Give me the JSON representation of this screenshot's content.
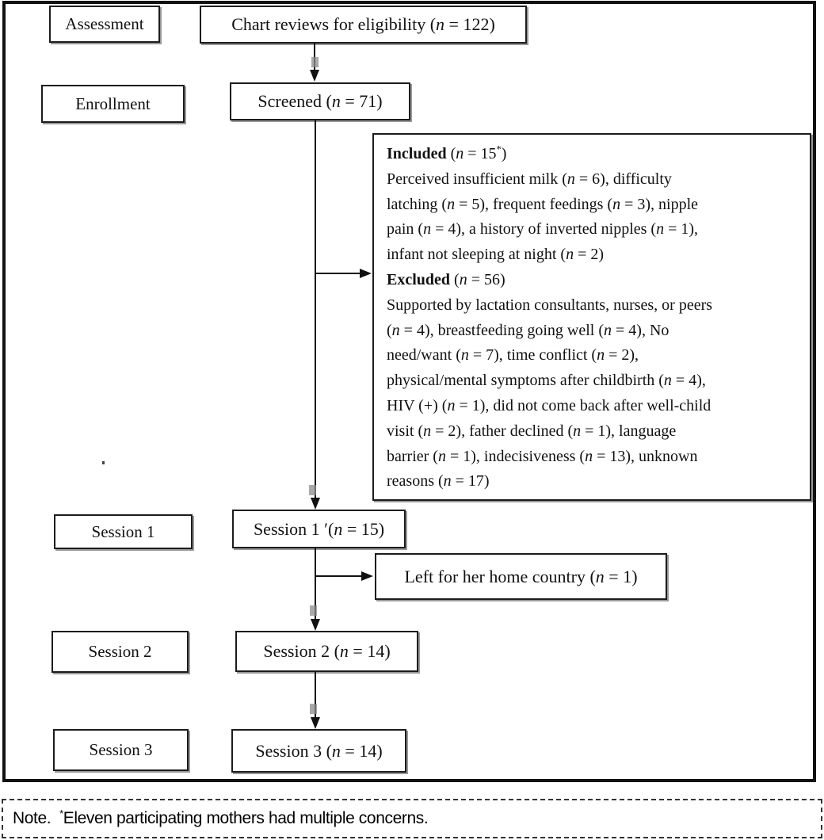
{
  "stages": {
    "assessment": "Assessment",
    "enrollment": "Enrollment",
    "session1": "Session 1",
    "session2": "Session 2",
    "session3": "Session 3"
  },
  "nodes": {
    "chart_reviews": "Chart reviews for eligibility (n = 122)",
    "screened": "Screened (n = 71)",
    "session1": "Session 1 ′(n = 15)",
    "left_country": "Left for her home country (n = 1)",
    "session2": "Session 2 (n = 14)",
    "session3": "Session 3 (n = 14)"
  },
  "detail": {
    "included": {
      "label": "Included",
      "count": " (n = 15*)",
      "lines": [
        "Perceived insufficient milk (n = 6), difficulty",
        "latching (n = 5), frequent feedings (n = 3), nipple",
        "pain (n = 4), a history of inverted nipples (n = 1),",
        "infant not sleeping at night (n = 2)"
      ]
    },
    "excluded": {
      "label": "Excluded",
      "count": " (n = 56)",
      "lines": [
        "Supported by lactation consultants, nurses, or peers",
        "(n = 4), breastfeeding going well (n = 4), No",
        "need/want (n = 7), time conflict (n = 2),",
        "physical/mental symptoms after childbirth (n = 4),",
        "HIV (+) (n = 1), did not come back after well-child",
        "visit (n = 2), father declined (n = 1), language",
        "barrier (n = 1), indecisiveness (n = 13), unknown",
        "reasons (n = 17)"
      ]
    }
  },
  "note": "Note.  *Eleven participating mothers had multiple concerns."
}
